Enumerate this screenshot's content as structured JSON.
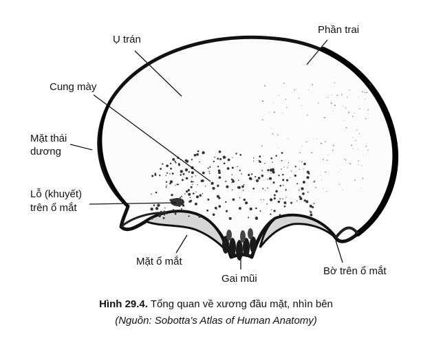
{
  "labels": {
    "u_tran": "Ụ trán",
    "phan_trai": "Phần trai",
    "cung_may": "Cung mày",
    "mat_thai_duong_1": "Mặt thái",
    "mat_thai_duong_2": "dương",
    "lo_khuyet_1": "Lỗ (khuyết)",
    "lo_khuyet_2": "trên ổ mắt",
    "mat_o_mat": "Mặt ổ mắt",
    "gai_mui": "Gai mũi",
    "bo_tren_o_mat": "Bờ trên ổ mắt"
  },
  "caption": {
    "figure_number": "Hình 29.4.",
    "title": "Tổng quan về xương đầu mặt, nhìn bên",
    "source": "(Nguồn: Sobotta's Atlas of Human Anatomy)"
  }
}
